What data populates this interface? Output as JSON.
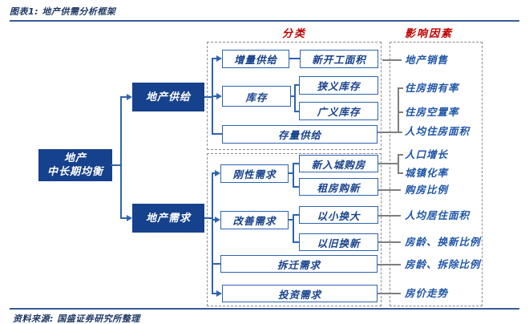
{
  "figure": {
    "title": "图表1: 地产供需分析框架",
    "source": "资料来源: 国盛证券研究所整理"
  },
  "column_headers": {
    "classification": "分类",
    "influence_factors": "影响因素"
  },
  "nodes": {
    "root_line1": "地产",
    "root_line2": "中长期均衡",
    "supply": "地产供给",
    "demand": "地产需求",
    "incremental_supply": "增量供给",
    "new_starts_area": "新开工面积",
    "inventory": "库存",
    "narrow_inventory": "狭义库存",
    "broad_inventory": "广义库存",
    "stock_supply": "存量供给",
    "rigid_demand": "刚性需求",
    "new_urban_purchase": "新入城购房",
    "rent_to_buy_new": "租房购新",
    "improvement_demand": "改善需求",
    "small_to_large": "以小换大",
    "old_to_new": "以旧换新",
    "demolition_demand": "拆迁需求",
    "investment_demand": "投资需求"
  },
  "factors": {
    "property_sales": "地产销售",
    "home_ownership_rate": "住房拥有率",
    "housing_vacancy_rate": "住房空置率",
    "per_capita_housing_area": "人均住房面积",
    "population_growth": "人口增长",
    "urbanization_rate": "城镇化率",
    "purchase_ratio": "购房比例",
    "per_capita_living_area": "人均居住面积",
    "age_renewal_ratio": "房龄、换新比例",
    "age_demolition_ratio": "房龄、拆除比例",
    "price_trend": "房价走势"
  },
  "colors": {
    "solid_box_blue": "#16418c",
    "outline_blue": "#2e64ae",
    "header_red": "#c00000",
    "title_navy": "#1f3864",
    "dashed_gray": "#8c8c8c",
    "connector_gray": "#7f7f7f"
  }
}
